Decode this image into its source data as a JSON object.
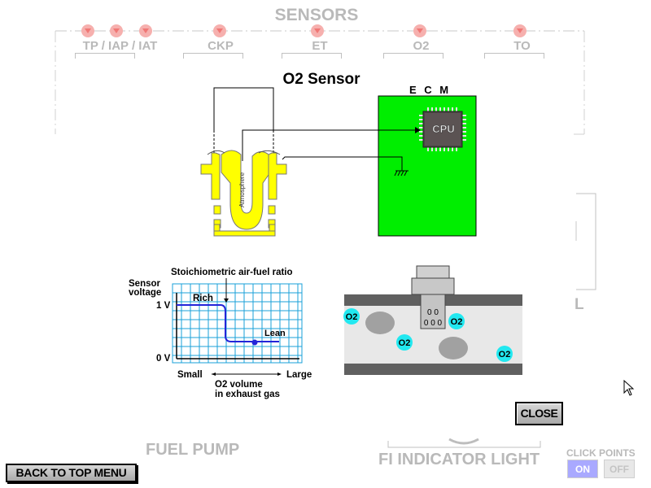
{
  "background": {
    "sensors_title": "SENSORS",
    "sensors": [
      {
        "label": "TP / IAP / IAT"
      },
      {
        "label": "CKP"
      },
      {
        "label": "ET"
      },
      {
        "label": "O2"
      },
      {
        "label": "TO"
      }
    ],
    "right_partial_label": "L",
    "fuel_pump_label": "FUEL PUMP",
    "fi_indicator_label": "FI INDICATOR LIGHT"
  },
  "popup": {
    "title": "O2 Sensor",
    "ecm_label": "E C M",
    "cpu_label": "CPU",
    "atmosphere_label": "Atmosphere",
    "close_label": "CLOSE",
    "colors": {
      "ecm_board": "#00ee00",
      "sensor_body": "#ffff00",
      "o2_molecule": "#22e8f0",
      "curve": "#2424d8",
      "grid": "#1aa0d8"
    }
  },
  "graph": {
    "annotation": "Stoichiometric air-fuel ratio",
    "ylabel_line1": "Sensor",
    "ylabel_line2": "voltage",
    "y_top": "1 V",
    "y_bottom": "0 V",
    "rich_label": "Rich",
    "lean_label": "Lean",
    "x_small": "Small",
    "x_large": "Large",
    "xlabel_line1": "O2 volume",
    "xlabel_line2": "in exhaust gas"
  },
  "exhaust": {
    "molecule_label": "O2",
    "molecule_count": 4
  },
  "controls": {
    "back_label": "BACK TO TOP MENU",
    "click_points_label": "CLICK POINTS",
    "on_label": "ON",
    "off_label": "OFF",
    "click_points_state": "ON"
  }
}
